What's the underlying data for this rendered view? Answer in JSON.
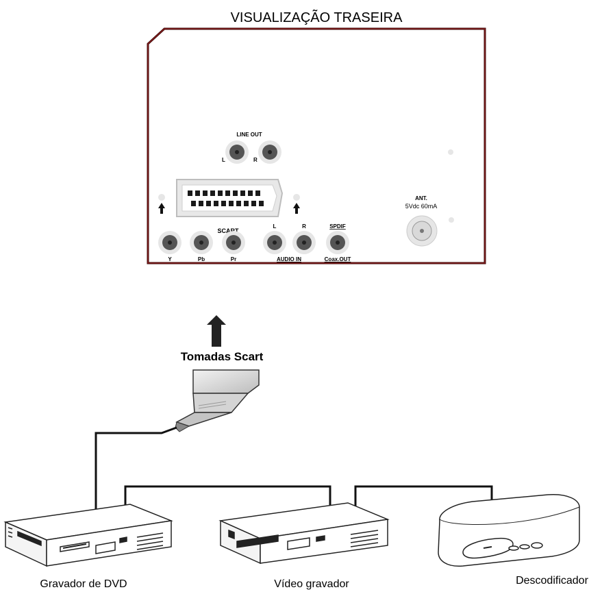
{
  "title": "VISUALIZAÇÃO TRASEIRA",
  "panel": {
    "line_out": {
      "label": "LINE OUT",
      "left": "L",
      "right": "R"
    },
    "scart_label": "SCART",
    "ant": {
      "label": "ANT.",
      "spec": "5Vdc 60mA"
    },
    "spdif": {
      "label": "SPDIF",
      "sub": "Coax.OUT"
    },
    "audio_in": {
      "label": "AUDIO IN",
      "left": "L",
      "right": "R"
    },
    "component": {
      "y": "Y",
      "pb": "Pb",
      "pr": "Pr"
    }
  },
  "connector_label": "Tomadas Scart",
  "devices": [
    {
      "name": "Gravador de DVD"
    },
    {
      "name": "Vídeo gravador"
    },
    {
      "name": "Descodificador"
    }
  ],
  "colors": {
    "panel_border": "#7a1414",
    "jack_outer": "#e6e6e6",
    "jack_inner": "#555555"
  }
}
